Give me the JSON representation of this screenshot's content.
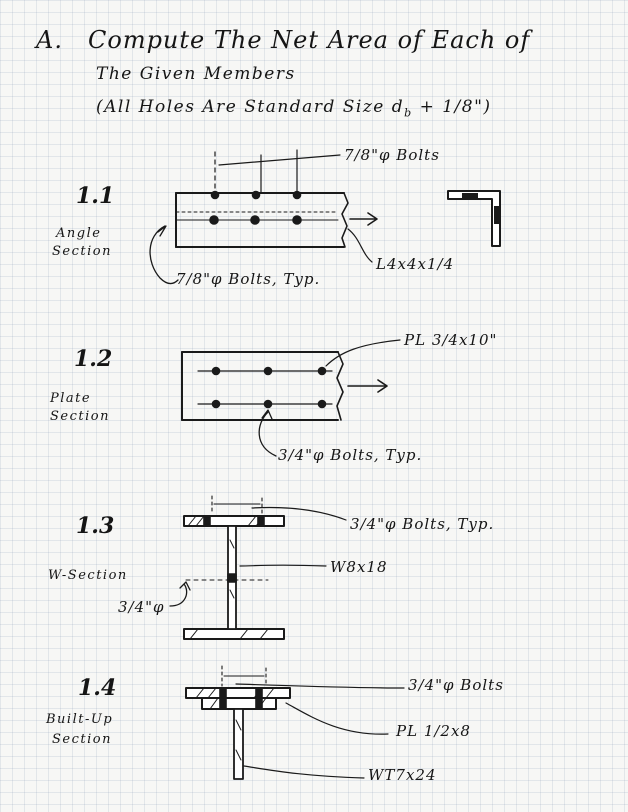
{
  "header": {
    "problem_letter": "A.",
    "line1": "Compute The Net Area of Each of",
    "line2": "The Given Members",
    "line3": "(All Holes Are Standard Size d",
    "line3_sub": "b",
    "line3_end": " + 1/8\")"
  },
  "problems": [
    {
      "number": "1.1",
      "label_line1": "Angle",
      "label_line2": "Section",
      "notes": {
        "bolt_top": "7/8\"φ Bolts",
        "bolt_bottom": "7/8\"φ Bolts, Typ.",
        "member": "L4x4x1/4"
      }
    },
    {
      "number": "1.2",
      "label_line1": "Plate",
      "label_line2": "Section",
      "notes": {
        "plate": "PL 3/4x10\"",
        "bolt": "3/4\"φ Bolts, Typ."
      }
    },
    {
      "number": "1.3",
      "label_line1": "W-Section",
      "notes": {
        "bolt_top": "3/4\"φ Bolts, Typ.",
        "member": "W8x18",
        "bolt_web": "3/4\"φ"
      }
    },
    {
      "number": "1.4",
      "label_line1": "Built-Up",
      "label_line2": "Section",
      "notes": {
        "bolt": "3/4\"φ Bolts",
        "plate": "PL 1/2x8",
        "member": "WT7x24"
      }
    }
  ]
}
